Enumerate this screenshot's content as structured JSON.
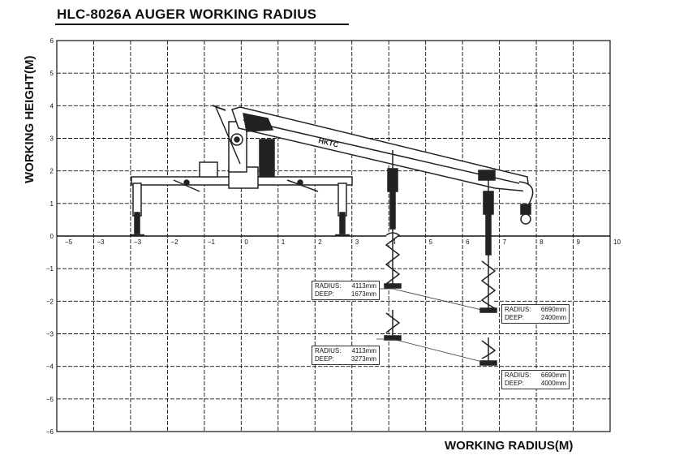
{
  "title": "HLC-8026A AUGER WORKING RADIUS",
  "axes": {
    "ylabel": "WORKING HEIGHT(M)",
    "xlabel": "WORKING RADIUS(M)",
    "x_ticks": [
      "−5",
      "−3",
      "−3",
      "−2",
      "−1",
      "0",
      "1",
      "2",
      "3",
      "4",
      "5",
      "6",
      "7",
      "8",
      "9",
      "10"
    ],
    "y_ticks": [
      "6",
      "5",
      "4",
      "3",
      "2",
      "1",
      "0",
      "−1",
      "−2",
      "−3",
      "−4",
      "−5",
      "−6"
    ]
  },
  "boom_logo": "HKTC",
  "annotations": [
    {
      "radius_label": "RADIUS:",
      "radius_value": "4113mm",
      "deep_label": "DEEP:",
      "deep_value": "1673mm"
    },
    {
      "radius_label": "RADIUS:",
      "radius_value": "6690mm",
      "deep_label": "DEEP:",
      "deep_value": "2400mm"
    },
    {
      "radius_label": "RADIUS:",
      "radius_value": "4113mm",
      "deep_label": "DEEP:",
      "deep_value": "3273mm"
    },
    {
      "radius_label": "RADIUS:",
      "radius_value": "6690mm",
      "deep_label": "DEEP:",
      "deep_value": "4000mm"
    }
  ],
  "colors": {
    "grid": "#111111",
    "drawing": "#222222",
    "background": "#ffffff"
  }
}
